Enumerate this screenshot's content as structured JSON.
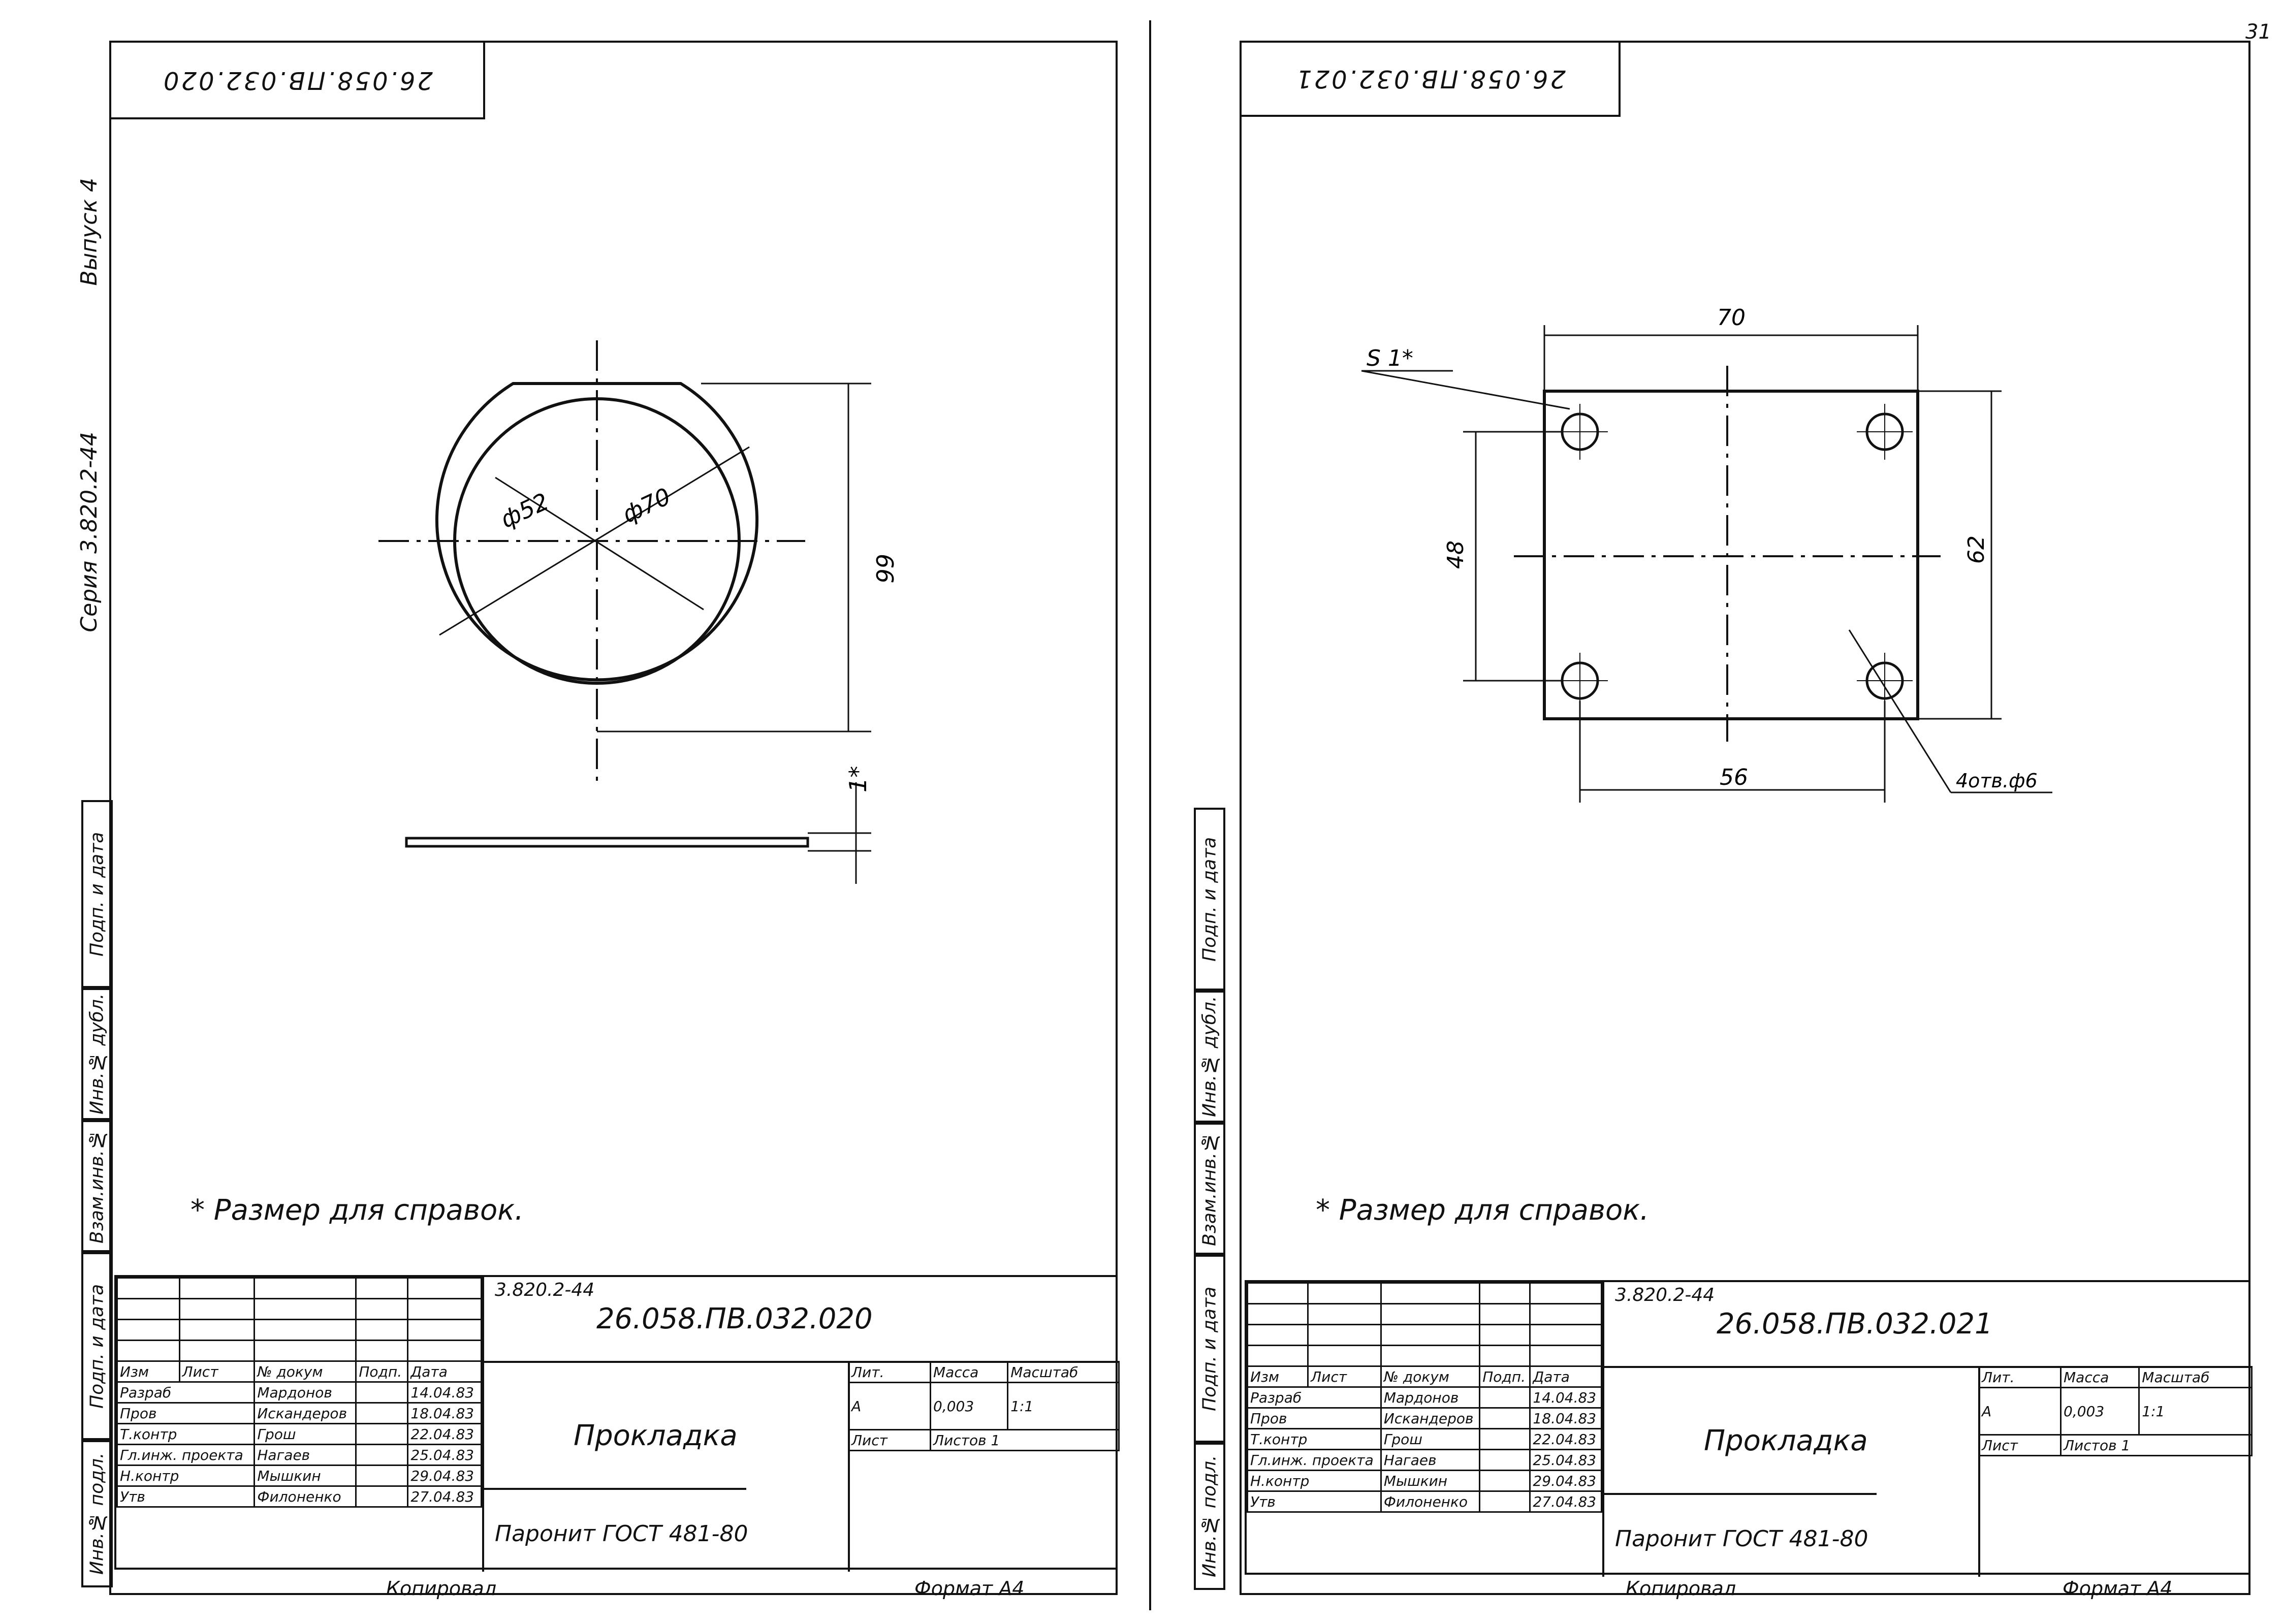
{
  "page_number": "31",
  "side": {
    "issue": "Выпуск 4",
    "series": "Серия 3.820.2-44",
    "boxes": [
      "Подп. и дата",
      "Инв.№ дубл.",
      "Взам.инв.№",
      "Подп. и дата",
      "Инв.№ подл."
    ]
  },
  "sheets": [
    {
      "stamp_code": "26.058.ПВ.032.020",
      "note": "* Размер для справок.",
      "drawing": {
        "dia_inner": "ф52",
        "dia_outer": "ф70",
        "height": "66",
        "thickness": "1*"
      },
      "title_block": {
        "series": "3.820.2-44",
        "designation": "26.058.ПВ.032.020",
        "name": "Прокладка",
        "material": "Паронит ГОСТ 481-80",
        "headers": [
          "Изм",
          "Лист",
          "№ докум",
          "Подп.",
          "Дата"
        ],
        "rows": [
          [
            "Разраб",
            "Мардонов",
            "",
            "14.04.83"
          ],
          [
            "Пров",
            "Искандеров",
            "",
            "18.04.83"
          ],
          [
            "Т.контр",
            "Грош",
            "",
            "22.04.83"
          ],
          [
            "Гл.инж. проекта",
            "Нагаев",
            "",
            "25.04.83"
          ],
          [
            "Н.контр",
            "Мышкин",
            "",
            "29.04.83"
          ],
          [
            "Утв",
            "Филоненко",
            "",
            "27.04.83"
          ]
        ],
        "lit_label": "Лит.",
        "mass_label": "Масса",
        "scale_label": "Масштаб",
        "lit": "А",
        "mass": "0,003",
        "scale": "1:1",
        "sheet_label": "Лист",
        "sheets_label": "Листов 1",
        "copied": "Копировал",
        "format": "Формат А4"
      }
    },
    {
      "stamp_code": "26.058.ПВ.032.021",
      "note": "* Размер для справок.",
      "drawing": {
        "width": "70",
        "thickness": "S 1*",
        "hole_spacing_v": "48",
        "height": "62",
        "hole_spacing_h": "56",
        "holes": "4отв.ф6"
      },
      "title_block": {
        "series": "3.820.2-44",
        "designation": "26.058.ПВ.032.021",
        "name": "Прокладка",
        "material": "Паронит ГОСТ 481-80",
        "headers": [
          "Изм",
          "Лист",
          "№ докум",
          "Подп.",
          "Дата"
        ],
        "rows": [
          [
            "Разраб",
            "Мардонов",
            "",
            "14.04.83"
          ],
          [
            "Пров",
            "Искандеров",
            "",
            "18.04.83"
          ],
          [
            "Т.контр",
            "Грош",
            "",
            "22.04.83"
          ],
          [
            "Гл.инж. проекта",
            "Нагаев",
            "",
            "25.04.83"
          ],
          [
            "Н.контр",
            "Мышкин",
            "",
            "29.04.83"
          ],
          [
            "Утв",
            "Филоненко",
            "",
            "27.04.83"
          ]
        ],
        "lit_label": "Лит.",
        "mass_label": "Масса",
        "scale_label": "Масштаб",
        "lit": "А",
        "mass": "0,003",
        "scale": "1:1",
        "sheet_label": "Лист",
        "sheets_label": "Листов 1",
        "copied": "Копировал",
        "format": "Формат А4"
      }
    }
  ]
}
